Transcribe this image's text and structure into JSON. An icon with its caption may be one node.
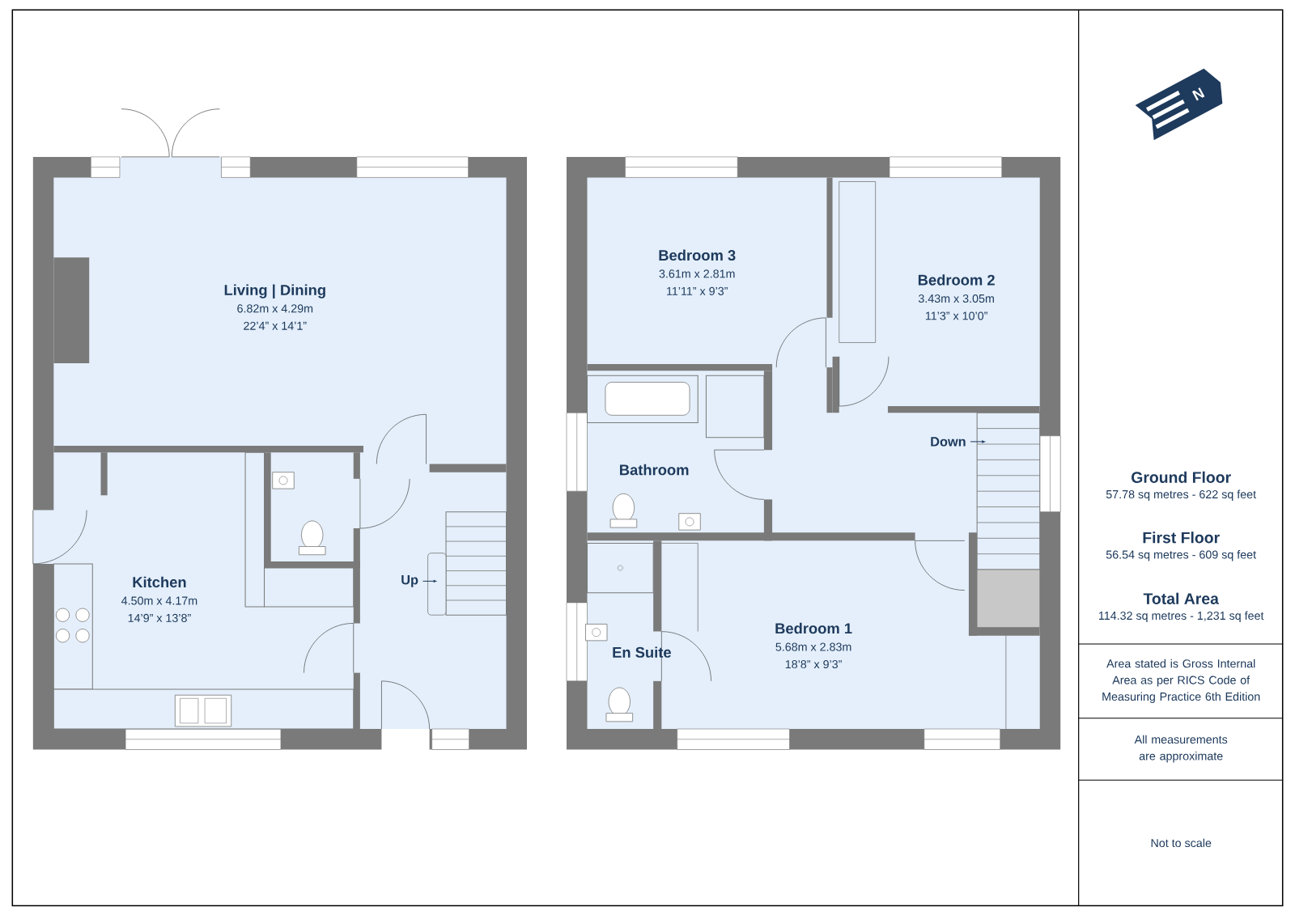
{
  "diagram": {
    "nodes": [
      {
        "text": [
          "Living | Dining",
          "6.82m x 4.29m",
          "22’4” x 14’1”"
        ]
      },
      {
        "text": [
          "Kitchen",
          "4.50m x 4.17m",
          "14’9” x 13’8”"
        ]
      },
      {
        "text": [
          "Bedroom 3",
          "3.61m x 2.81m",
          "11’11” x 9’3”"
        ]
      },
      {
        "text": [
          "Bedroom 2",
          "3.43m x 3.05m",
          "11’3” x 10’0”"
        ]
      },
      {
        "text": [
          "Bathroom"
        ]
      },
      {
        "text": [
          "En Suite"
        ]
      },
      {
        "text": [
          "Bedroom 1",
          "5.68m x 2.83m",
          "18’8” x 9’3”"
        ]
      }
    ],
    "labels": [
      "N",
      "Up",
      "Down",
      "Ground Floor",
      "57.78 sq metres - 622 sq feet",
      "First Floor",
      "56.54 sq metres - 609 sq feet",
      "Total Area",
      "114.32 sq metres - 1,231 sq feet",
      "Area stated is Gross Internal Area as per RICS Code of Measuring Practice 6th Edition",
      "All measurements are approximate",
      "Not to scale"
    ]
  }
}
